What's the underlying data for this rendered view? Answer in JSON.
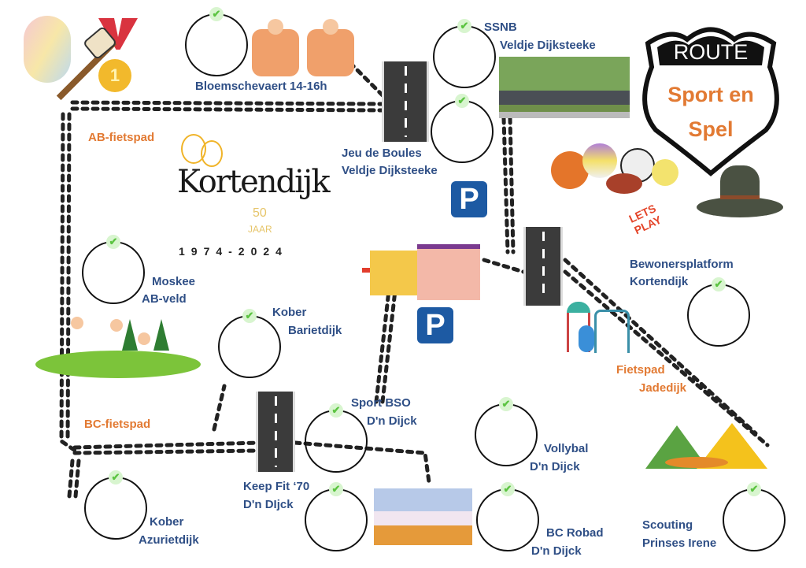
{
  "title": {
    "top": "ROUTE",
    "main_line1": "Sport en",
    "main_line2": "Spel"
  },
  "logo": {
    "name": "Kortendijk",
    "anniversary": "50",
    "anniversary_unit": "JAAR",
    "years": "1974-2024"
  },
  "paths": [
    {
      "label": "AB-fietspad"
    },
    {
      "label": "BC-fietspad"
    },
    {
      "label_line1": "Fietspad",
      "label_line2": "Jadedijk"
    }
  ],
  "stations": [
    {
      "line1": "Bloemschevaert 14-16h",
      "checked": true
    },
    {
      "line1": "SSNB",
      "line2": "Veldje Dijksteeke",
      "checked": true
    },
    {
      "line1": "Jeu de Boules",
      "line2": "Veldje Dijksteeke",
      "checked": true
    },
    {
      "line1": "Moskee",
      "line2": "AB-veld",
      "checked": true
    },
    {
      "line1": "Kober",
      "line2": "Barietdijk",
      "checked": true
    },
    {
      "line1": "Sport BSO",
      "line2": "D'n Dijck",
      "checked": true
    },
    {
      "line1": "Keep Fit ‘70",
      "line2": "D'n DIjck",
      "checked": true
    },
    {
      "line1": "Kober",
      "line2": "Azurietdijk",
      "checked": true
    },
    {
      "line1": "Vollybal",
      "line2": "D'n Dijck",
      "checked": true
    },
    {
      "line1": "BC Robad",
      "line2": "D'n Dijck",
      "checked": true
    },
    {
      "line1": "Bewonersplatform",
      "line2": "Kortendijk",
      "checked": true
    },
    {
      "line1": "Scouting",
      "line2": "Prinses Irene",
      "checked": true
    }
  ],
  "parking": {
    "symbol": "P"
  },
  "check_symbol": "✔",
  "medal_number": "1",
  "lets_play": "LETS PLAY",
  "colors": {
    "label": "#2f4f86",
    "path_label": "#e27a33",
    "parking": "#1d5aa3",
    "check": "#5cc442"
  }
}
